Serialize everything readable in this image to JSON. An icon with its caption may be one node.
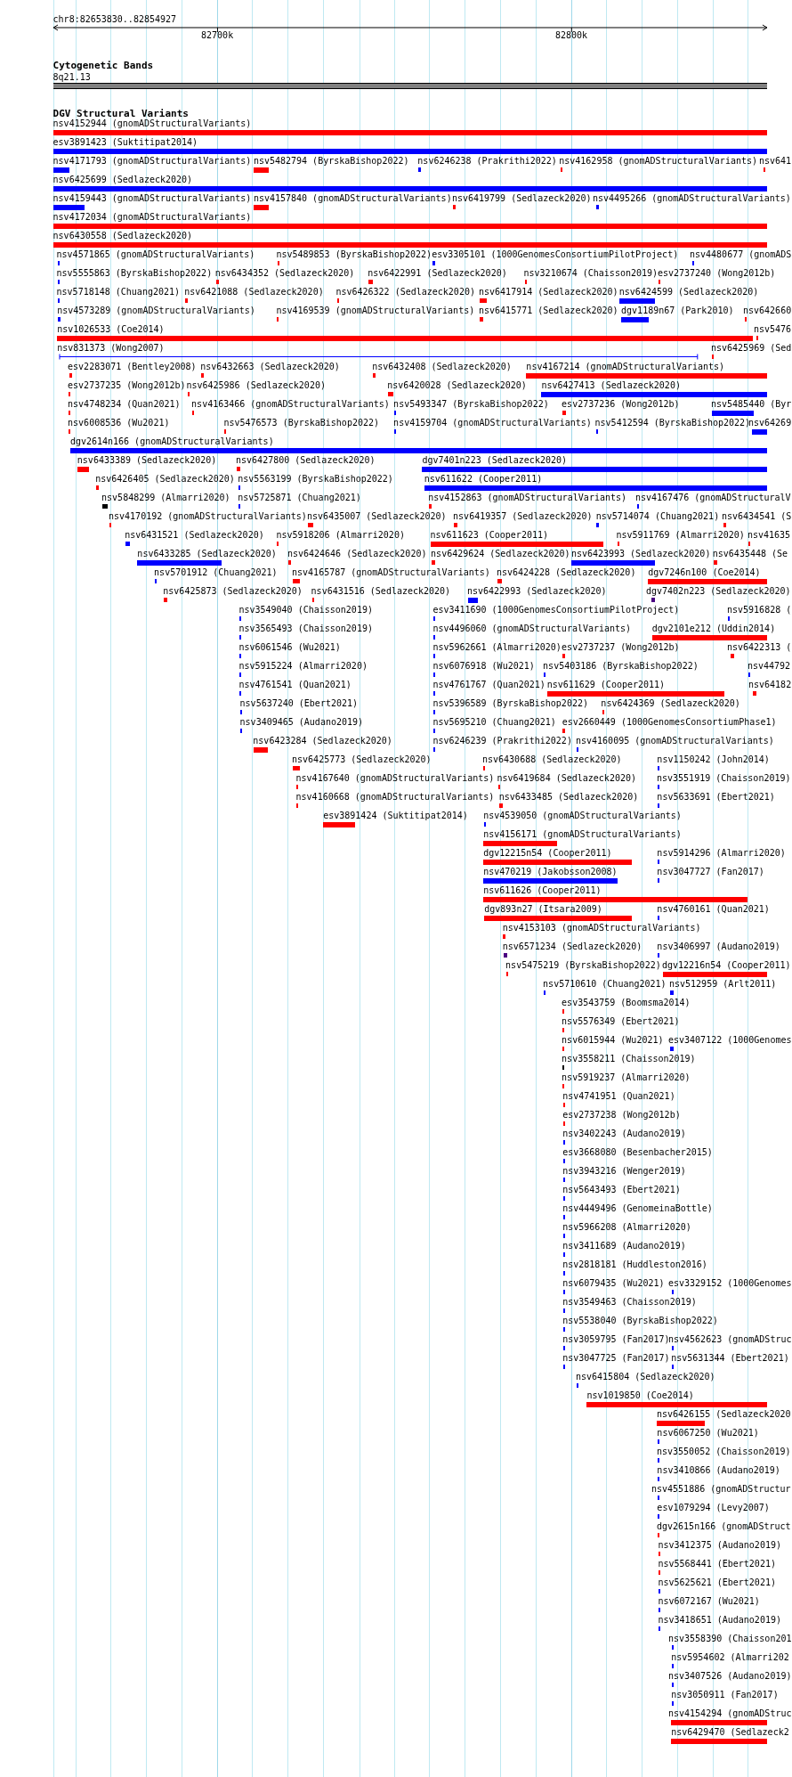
{
  "diagram": {
    "labels": [
      "chr8:82653830..82854927",
      "82700k",
      "82800k",
      "Cytogenetic Bands",
      "8q21.13",
      "DGV Structural Variants",
      "nsv4152944 (gnomADStructuralVariants)",
      "esv3891423 (Suktitipat2014)",
      "nsv4171793 (gnomADStructuralVariants)",
      "nsv5482794 (ByrskaBishop2022)",
      "nsv6246238 (Prakrithi2022)",
      "nsv4162958 (gnomADStructuralVariants)",
      "nsv641",
      "nsv6425699 (Sedlazeck2020)",
      "nsv4159443 (gnomADStructuralVariants)",
      "nsv4157840 (gnomADStructuralVariants)",
      "nsv6419799 (Sedlazeck2020)",
      "nsv4495266 (gnomADStructuralVariants)",
      "nsv4172034 (gnomADStructuralVariants)",
      "nsv6430558 (Sedlazeck2020)",
      "nsv4571865 (gnomADStructuralVariants)",
      "nsv5489853 (ByrskaBishop2022)",
      "esv3305101 (1000GenomesConsortiumPilotProject)",
      "nsv4480677 (gnomADS",
      "nsv5555863 (ByrskaBishop2022)",
      "nsv6434352 (Sedlazeck2020)",
      "nsv6422991 (Sedlazeck2020)",
      "nsv3210674 (Chaisson2019)",
      "esv2737240 (Wong2012b)",
      "nsv5718148 (Chuang2021)",
      "nsv6421088 (Sedlazeck2020)",
      "nsv6426322 (Sedlazeck2020)",
      "nsv6417914 (Sedlazeck2020)",
      "nsv6424599 (Sedlazeck2020)",
      "nsv4573289 (gnomADStructuralVariants)",
      "nsv4169539 (gnomADStructuralVariants)",
      "nsv6415771 (Sedlazeck2020)",
      "dgv1189n67 (Park2010)",
      "nsv642660",
      "nsv1026533 (Coe2014)",
      "nsv5476",
      "nsv831373 (Wong2007)",
      "nsv6425969 (Sed",
      "esv2283071 (Bentley2008)",
      "nsv6432663 (Sedlazeck2020)",
      "nsv6432408 (Sedlazeck2020)",
      "nsv4167214 (gnomADStructuralVariants)",
      "esv2737235 (Wong2012b)",
      "nsv6425986 (Sedlazeck2020)",
      "nsv6420028 (Sedlazeck2020)",
      "nsv6427413 (Sedlazeck2020)",
      "nsv4748234 (Quan2021)",
      "nsv4163466 (gnomADStructuralVariants)",
      "nsv5493347 (ByrskaBishop2022)",
      "esv2737236 (Wong2012b)",
      "nsv5485440 (Byr",
      "nsv6008536 (Wu2021)",
      "nsv5476573 (ByrskaBishop2022)",
      "nsv4159704 (gnomADStructuralVariants)",
      "nsv5412594 (ByrskaBishop2022)",
      "nsv64269",
      "dgv2614n166 (gnomADStructuralVariants)",
      "nsv6433389 (Sedlazeck2020)",
      "nsv6427800 (Sedlazeck2020)",
      "dgv7401n223 (Sedlazeck2020)",
      "nsv6426405 (Sedlazeck2020)",
      "nsv5563199 (ByrskaBishop2022)",
      "nsv611622 (Cooper2011)",
      "nsv5848299 (Almarri2020)",
      "nsv5725871 (Chuang2021)",
      "nsv4152863 (gnomADStructuralVariants)",
      "nsv4167476 (gnomADStructuralV",
      "nsv4170192 (gnomADStructuralVariants)",
      "nsv6435007 (Sedlazeck2020)",
      "nsv6419357 (Sedlazeck2020)",
      "nsv5714074 (Chuang2021)",
      "nsv6434541 (S",
      "nsv6431521 (Sedlazeck2020)",
      "nsv5918206 (Almarri2020)",
      "nsv611623 (Cooper2011)",
      "nsv5911769 (Almarri2020)",
      "nsv41635",
      "nsv6433285 (Sedlazeck2020)",
      "nsv6424646 (Sedlazeck2020)",
      "nsv6429624 (Sedlazeck2020)",
      "nsv6423993 (Sedlazeck2020)",
      "nsv6435448 (Se",
      "nsv5701912 (Chuang2021)",
      "nsv4165787 (gnomADStructuralVariants)",
      "nsv6424228 (Sedlazeck2020)",
      "dgv7246n100 (Coe2014)",
      "nsv6425873 (Sedlazeck2020)",
      "nsv6431516 (Sedlazeck2020)",
      "nsv6422993 (Sedlazeck2020)",
      "dgv7402n223 (Sedlazeck2020)",
      "nsv3549040 (Chaisson2019)",
      "esv3411690 (1000GenomesConsortiumPilotProject)",
      "nsv5916828 (",
      "nsv3565493 (Chaisson2019)",
      "nsv4496060 (gnomADStructuralVariants)",
      "dgv2101e212 (Uddin2014)",
      "nsv6061546 (Wu2021)",
      "nsv5962661 (Almarri2020)",
      "esv2737237 (Wong2012b)",
      "nsv6422313 (",
      "nsv5915224 (Almarri2020)",
      "nsv6076918 (Wu2021)",
      "nsv5403186 (ByrskaBishop2022)",
      "nsv44792",
      "nsv4761541 (Quan2021)",
      "nsv4761767 (Quan2021)",
      "nsv611629 (Cooper2011)",
      "nsv64182",
      "nsv5637240 (Ebert2021)",
      "nsv5396589 (ByrskaBishop2022)",
      "nsv6424369 (Sedlazeck2020)",
      "nsv3409465 (Audano2019)",
      "nsv5695210 (Chuang2021)",
      "esv2660449 (1000GenomesConsortiumPhase1)",
      "nsv6423284 (Sedlazeck2020)",
      "nsv6246239 (Prakrithi2022)",
      "nsv4160095 (gnomADStructuralVariants)",
      "nsv6425773 (Sedlazeck2020)",
      "nsv6430688 (Sedlazeck2020)",
      "nsv1150242 (John2014)",
      "nsv4167640 (gnomADStructuralVariants)",
      "nsv6419684 (Sedlazeck2020)",
      "nsv3551919 (Chaisson2019)",
      "nsv4160668 (gnomADStructuralVariants)",
      "nsv6433485 (Sedlazeck2020)",
      "nsv5633691 (Ebert2021)",
      "esv3891424 (Suktitipat2014)",
      "nsv4539050 (gnomADStructuralVariants)",
      "nsv4156171 (gnomADStructuralVariants)",
      "dgv12215n54 (Cooper2011)",
      "nsv5914296 (Almarri2020)",
      "nsv470219 (Jakobsson2008)",
      "nsv3047727 (Fan2017)",
      "nsv611626 (Cooper2011)",
      "dgv893n27 (Itsara2009)",
      "nsv4760161 (Quan2021)",
      "nsv4153103 (gnomADStructuralVariants)",
      "nsv6571234 (Sedlazeck2020)",
      "nsv3406997 (Audano2019)",
      "nsv5475219 (ByrskaBishop2022)",
      "dgv12216n54 (Cooper2011)",
      "nsv5710610 (Chuang2021)",
      "nsv512959 (Arlt2011)",
      "esv3543759 (Boomsma2014)",
      "nsv5576349 (Ebert2021)",
      "nsv6015944 (Wu2021)",
      "esv3407122 (1000Genomes",
      "nsv3558211 (Chaisson2019)",
      "nsv5919237 (Almarri2020)",
      "nsv4741951 (Quan2021)",
      "esv2737238 (Wong2012b)",
      "nsv3402243 (Audano2019)",
      "esv3668080 (Besenbacher2015)",
      "nsv3943216 (Wenger2019)",
      "nsv5643493 (Ebert2021)",
      "nsv4449496 (GenomeinaBottle)",
      "nsv5966208 (Almarri2020)",
      "nsv3411689 (Audano2019)",
      "nsv2818181 (Huddleston2016)",
      "nsv6079435 (Wu2021)",
      "esv3329152 (1000Genomes",
      "nsv3549463 (Chaisson2019)",
      "nsv5538040 (ByrskaBishop2022)",
      "nsv3059795 (Fan2017)",
      "nsv4562623 (gnomADStruc",
      "nsv3047725 (Fan2017)",
      "nsv5631344 (Ebert2021)",
      "nsv6415804 (Sedlazeck2020)",
      "nsv1019850 (Coe2014)",
      "nsv6426155 (Sedlazeck2020",
      "nsv6067250 (Wu2021)",
      "nsv3550052 (Chaisson2019)",
      "nsv3410866 (Audano2019)",
      "nsv4551886 (gnomADStructur",
      "esv1079294 (Levy2007)",
      "dgv2615n166 (gnomADStruct",
      "nsv3412375 (Audano2019)",
      "nsv5568441 (Ebert2021)",
      "nsv5625621 (Ebert2021)",
      "nsv6072167 (Wu2021)",
      "nsv3418651 (Audano2019)",
      "nsv3558390 (Chaisson201",
      "nsv5954602 (Almarri202",
      "nsv3407526 (Audano2019)",
      "nsv3050911 (Fan2017)",
      "nsv4154294 (gnomADStruc",
      "nsv6429470 (Sedlazeck2"
    ]
  }
}
